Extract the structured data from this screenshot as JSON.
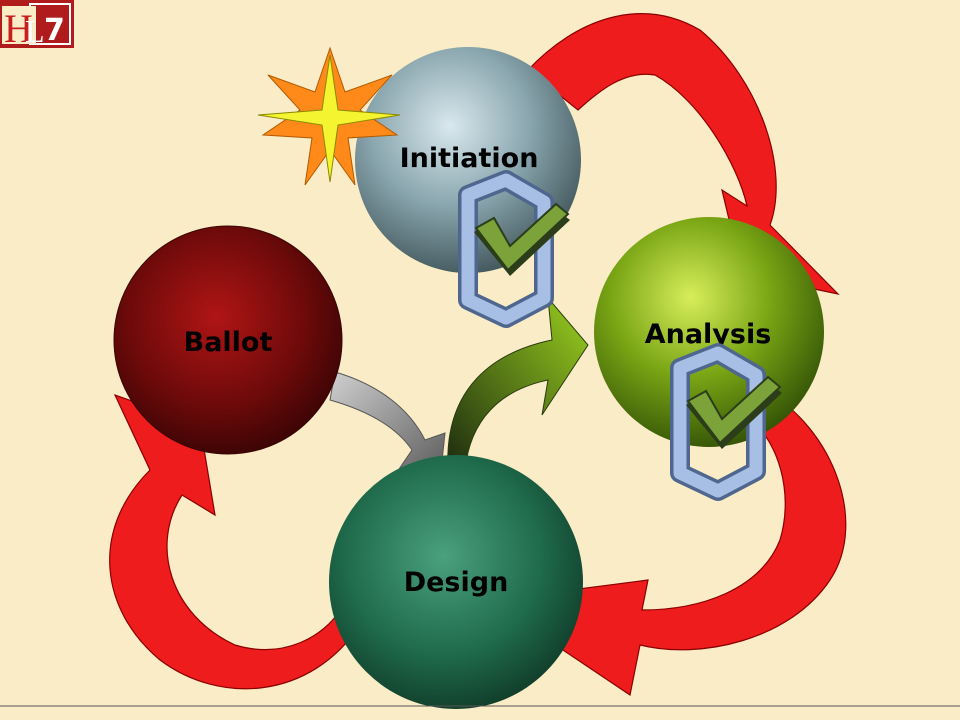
{
  "logo": {
    "h": "H",
    "l": "L",
    "seven": "7"
  },
  "phases": {
    "initiation": "Initiation",
    "analysis": "Analysis",
    "design": "Design",
    "ballot": "Ballot"
  },
  "colors": {
    "background": "#f9ecc6",
    "arrow_red": "#ee1c1c",
    "initiation": "#7f9ba3",
    "analysis": "#6f9a12",
    "design": "#1f6b4c",
    "ballot": "#6e0a0a",
    "star_outer": "#ff8a1a",
    "star_inner": "#f4f430",
    "check_green": "#7ba33a",
    "check_frame": "#8ea8d4"
  },
  "icons": [
    "star-burst-icon",
    "checkmark-icon",
    "checkmark-icon"
  ]
}
